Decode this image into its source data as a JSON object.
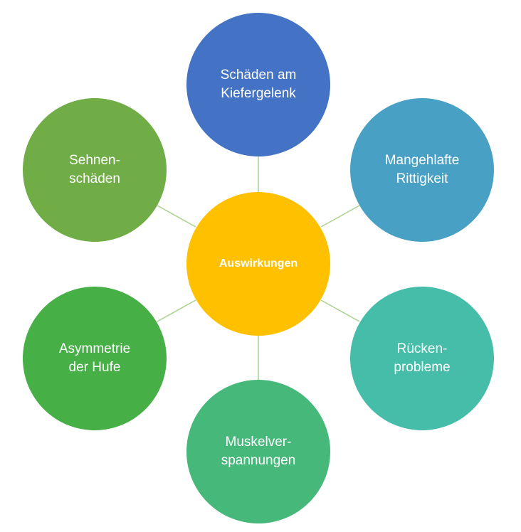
{
  "center": {
    "label": "Auswirkungen",
    "color": "#FFC000"
  },
  "nodes": [
    {
      "id": "top",
      "label": "Schäden am\nKiefergelenk",
      "color": "#4472C4"
    },
    {
      "id": "upper-right",
      "label": "Mangehlafte\nRittigkeit",
      "color": "#48A0C4"
    },
    {
      "id": "lower-right",
      "label": "Rücken-\nprobleme",
      "color": "#45BDA8"
    },
    {
      "id": "bottom",
      "label": "Muskelver-\nspannungen",
      "color": "#45B87A"
    },
    {
      "id": "lower-left",
      "label": "Asymmetrie\nder Hufe",
      "color": "#46B046"
    },
    {
      "id": "upper-left",
      "label": "Sehnen-\nschäden",
      "color": "#70AD47"
    }
  ],
  "connector_color": "#A9D18E"
}
